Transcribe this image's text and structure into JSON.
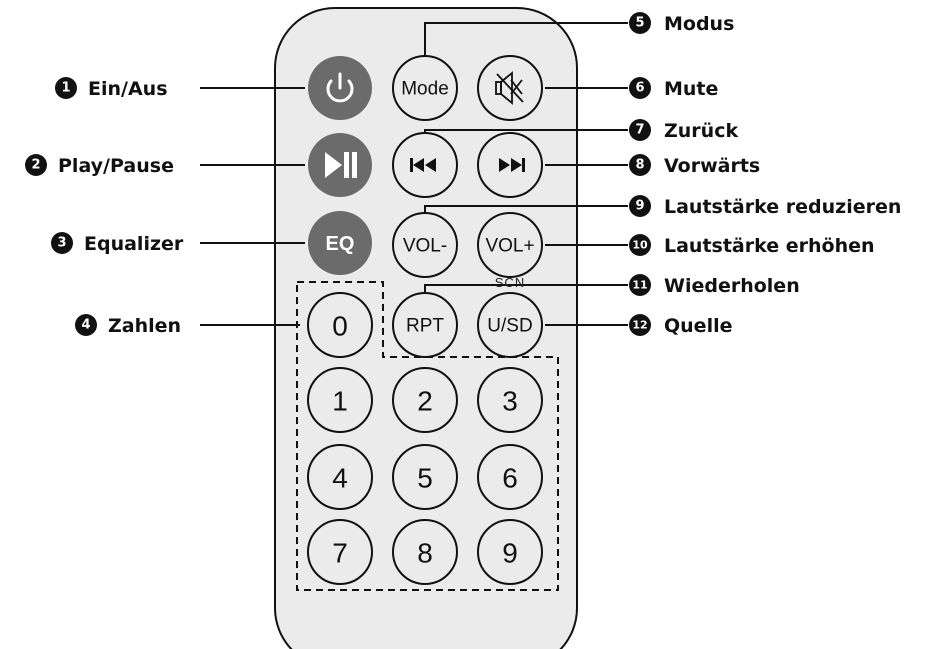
{
  "remote": {
    "body_color": "#ebebeb",
    "dark_button_color": "#6b6b6b",
    "buttons": {
      "power": "",
      "mode": "Mode",
      "mute": "",
      "play_pause": "",
      "prev": "",
      "next": "",
      "eq": "EQ",
      "vol_down": "VOL-",
      "vol_up": "VOL+",
      "rpt": "RPT",
      "usd": "U/SD",
      "scn": "SCN",
      "digits": [
        "0",
        "1",
        "2",
        "3",
        "4",
        "5",
        "6",
        "7",
        "8",
        "9"
      ]
    },
    "icons": {
      "power": "power-icon",
      "mute": "speaker-mute-icon",
      "play_pause": "play-pause-icon",
      "prev": "skip-back-icon",
      "next": "skip-forward-icon"
    }
  },
  "callouts": [
    {
      "num": "1",
      "label": "Ein/Aus"
    },
    {
      "num": "2",
      "label": "Play/Pause"
    },
    {
      "num": "3",
      "label": "Equalizer"
    },
    {
      "num": "4",
      "label": "Zahlen"
    },
    {
      "num": "5",
      "label": "Modus"
    },
    {
      "num": "6",
      "label": "Mute"
    },
    {
      "num": "7",
      "label": "Zurück"
    },
    {
      "num": "8",
      "label": "Vorwärts"
    },
    {
      "num": "9",
      "label": "Lautstärke reduzieren"
    },
    {
      "num": "10",
      "label": "Lautstärke erhöhen"
    },
    {
      "num": "11",
      "label": "Wiederholen"
    },
    {
      "num": "12",
      "label": "Quelle"
    }
  ]
}
